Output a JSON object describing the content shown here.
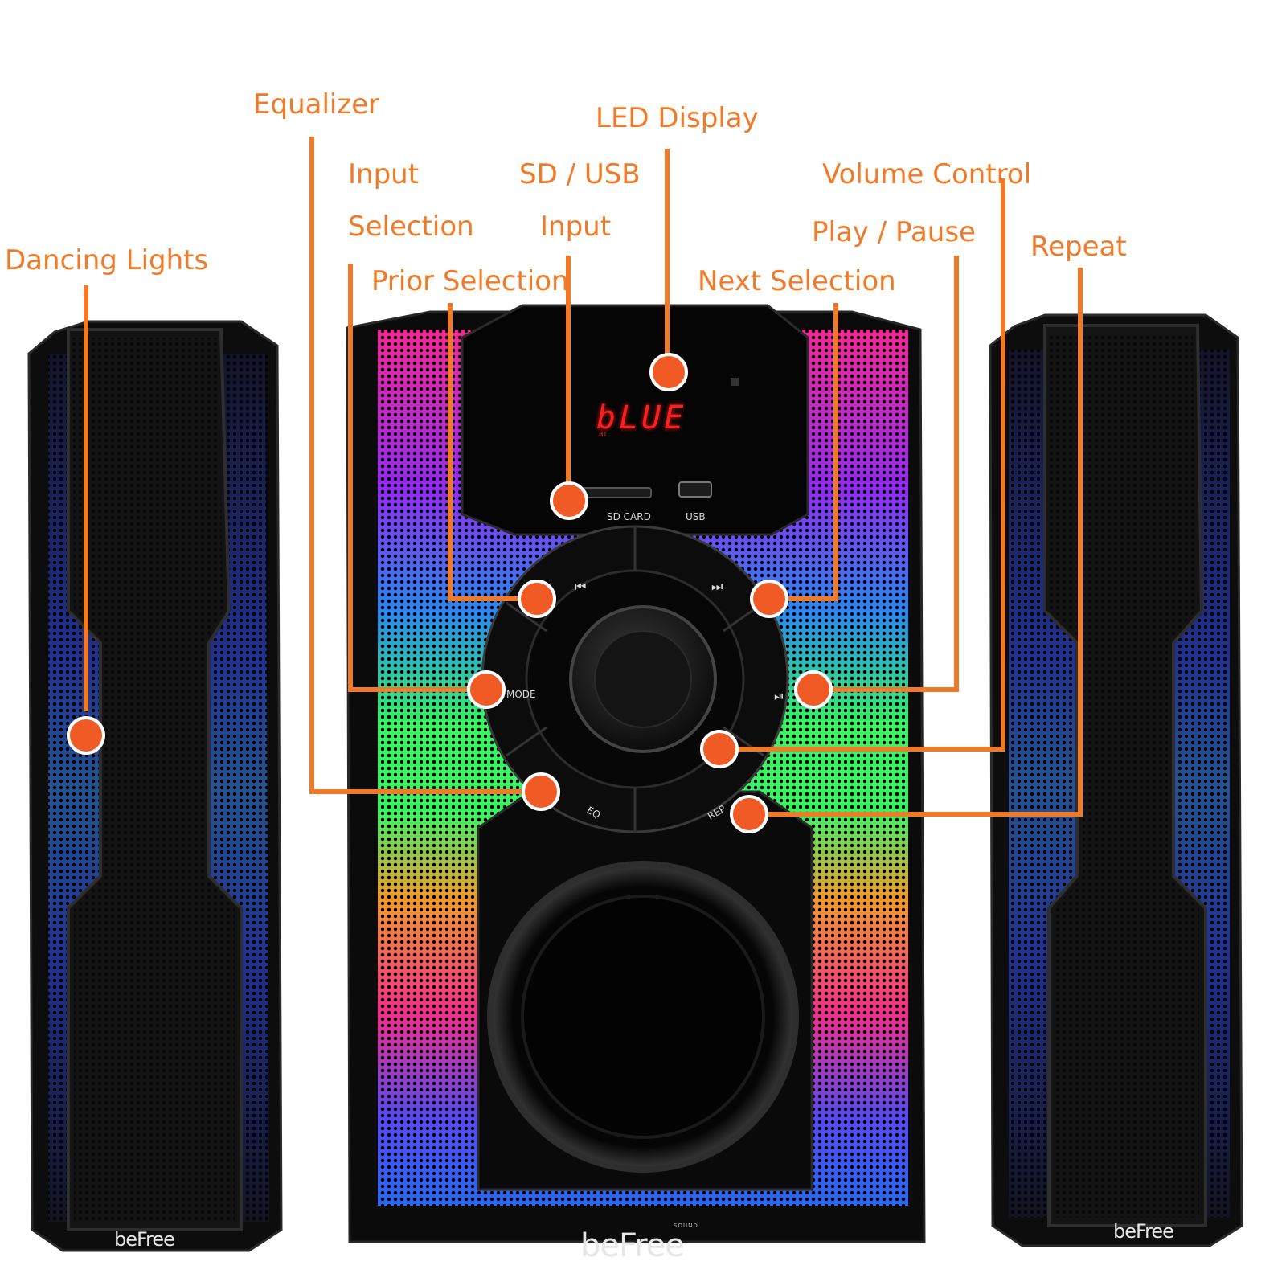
{
  "callouts": {
    "dancing_lights": "Dancing Lights",
    "equalizer": "Equalizer",
    "input_selection_1": "Input",
    "input_selection_2": "Selection",
    "prior_selection": "Prior Selection",
    "sd_usb_1": "SD / USB",
    "sd_usb_2": "Input",
    "led_display": "LED Display",
    "volume_control": "Volume Control",
    "play_pause": "Play / Pause",
    "next_selection": "Next Selection",
    "repeat": "Repeat"
  },
  "device": {
    "led_text": "bLUE",
    "led_sub": "BT",
    "sd_card_label": "SD CARD",
    "usb_label": "USB",
    "mode_label": "MODE",
    "eq_label": "EQ",
    "rep_label": "REP",
    "prev_glyph": "⏮",
    "next_glyph": "⏭",
    "play_glyph": "⏯",
    "brand": "beFree",
    "brand_small": "SOUND"
  },
  "colors": {
    "callout": "#f07a28",
    "marker_fill": "#f05a24",
    "marker_stroke": "#ffffff",
    "speaker_body": "#111111",
    "led_red": "#ff1e1e"
  }
}
